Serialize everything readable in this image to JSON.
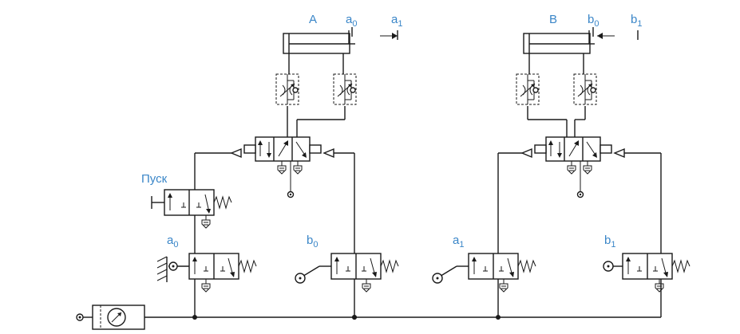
{
  "labels": {
    "cyl_a": "A",
    "cyl_b": "B",
    "start": "Пуск",
    "a_letter": "a",
    "b_letter": "b",
    "sub0": "0",
    "sub1": "1"
  },
  "colors": {
    "line": "#1a1a1a",
    "label": "#3a86c8"
  },
  "icons": [
    "pressure-gauge-icon",
    "spring-icon",
    "roller-icon",
    "exhaust-icon",
    "throttle-check-icon"
  ]
}
